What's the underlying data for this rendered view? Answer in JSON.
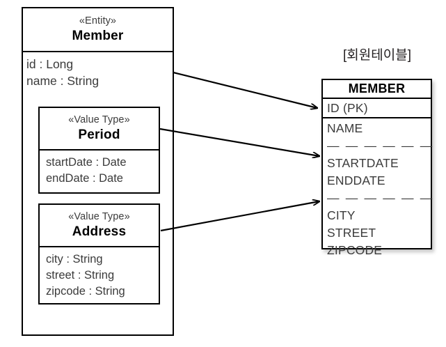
{
  "diagram": {
    "title_caption": "[회원테이블]",
    "background": "#ffffff",
    "line_color": "#000000",
    "text_color": "#3b3b3b"
  },
  "entity": {
    "stereotype": "«Entity»",
    "name": "Member",
    "attributes": [
      "id : Long",
      "name : String"
    ]
  },
  "value_types": [
    {
      "stereotype": "«Value Type»",
      "name": "Period",
      "attributes": [
        "startDate : Date",
        "endDate : Date"
      ]
    },
    {
      "stereotype": "«Value Type»",
      "name": "Address",
      "attributes": [
        "city : String",
        "street : String",
        "zipcode : String"
      ]
    }
  ],
  "table": {
    "name": "MEMBER",
    "primary_key_column": "ID (PK)",
    "groups": [
      {
        "columns": [
          "NAME"
        ],
        "separator_after": "— — — — — —"
      },
      {
        "columns": [
          "STARTDATE",
          "ENDDATE"
        ],
        "separator_after": "— — — — — —"
      },
      {
        "columns": [
          "CITY",
          "STREET",
          "ZIPCODE"
        ],
        "separator_after": ""
      }
    ]
  },
  "connectors": [
    {
      "name": "member-to-id",
      "from": "Member",
      "to": "ID (PK)"
    },
    {
      "name": "period-to-startdate",
      "from": "Period",
      "to": "STARTDATE"
    },
    {
      "name": "address-to-city",
      "from": "Address",
      "to": "CITY"
    }
  ]
}
